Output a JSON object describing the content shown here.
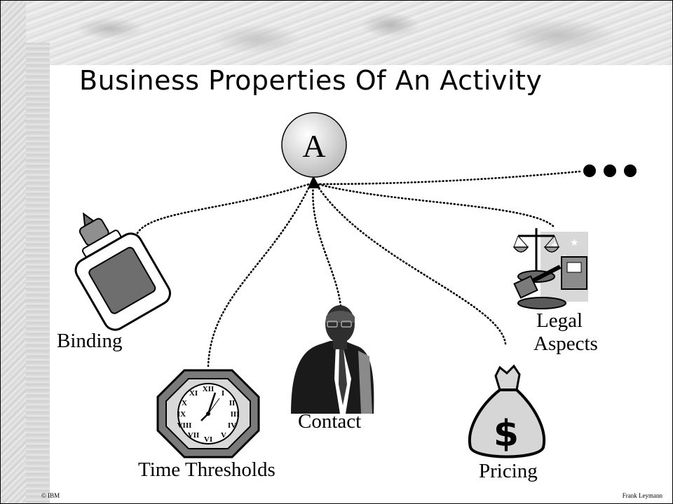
{
  "slide": {
    "title": "Business Properties Of An Activity",
    "center_node": "A",
    "labels": {
      "binding": "Binding",
      "time": "Time Thresholds",
      "contact": "Contact",
      "legal_line1": "Legal",
      "legal_line2": "Aspects",
      "pricing": "Pricing"
    },
    "pricing_symbol": "$",
    "footer_left": "© IBM",
    "footer_right": "Frank Leymann"
  },
  "icons": {
    "binding": "glue-bottle-icon",
    "time": "octagon-clock-icon",
    "contact": "person-icon",
    "legal": "scales-gavel-icon",
    "pricing": "money-bag-icon",
    "more": "ellipsis-icon"
  }
}
